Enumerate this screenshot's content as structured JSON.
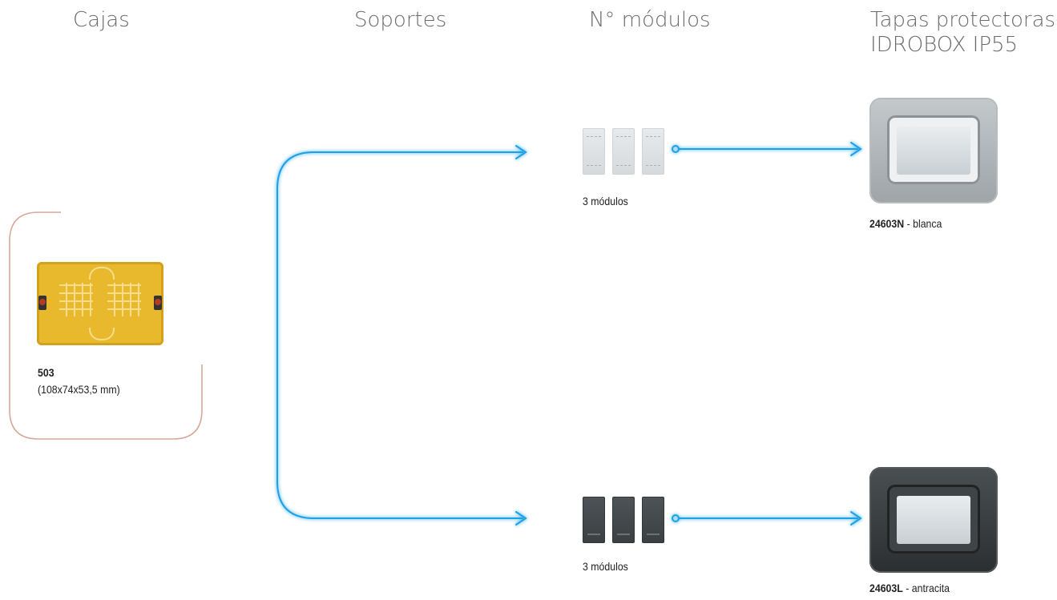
{
  "headers": {
    "cajas": "Cajas",
    "soportes": "Soportes",
    "modulos": "N° módulos",
    "tapas_line1": "Tapas protectoras",
    "tapas_line2": "IDROBOX IP55"
  },
  "caja": {
    "code": "503",
    "dimensions": "(108x74x53,5 mm)"
  },
  "rows": [
    {
      "modules_label": "3 módulos",
      "module_color": "white",
      "cover_code": "24603N",
      "cover_desc": " - blanca"
    },
    {
      "modules_label": "3 módulos",
      "module_color": "anthracite",
      "cover_code": "24603L",
      "cover_desc": " - antracita"
    }
  ],
  "colors": {
    "connector": "#1ea0e6",
    "caja_frame": "#d8a79a",
    "header_text": "#6b6b6b"
  }
}
